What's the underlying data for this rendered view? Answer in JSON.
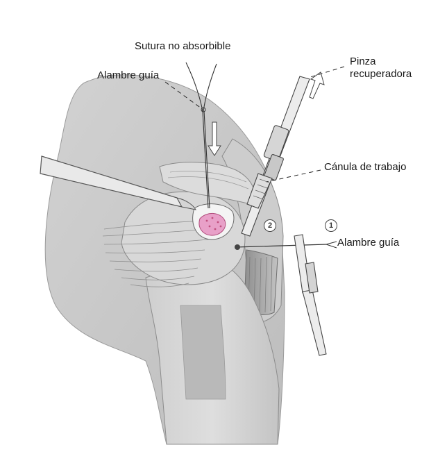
{
  "labels": {
    "suture": "Sutura no absorbible",
    "guide_wire_top": "Alambre guía",
    "retriever_line1": "Pinza",
    "retriever_line2": "recuperadora",
    "cannula": "Cánula de trabajo",
    "guide_wire_right": "Alambre guía"
  },
  "markers": {
    "step1": "1",
    "step2": "2"
  },
  "colors": {
    "tissue_light": "#e4e4e4",
    "tissue_mid": "#c9c9c9",
    "tissue_dark": "#9d9d9d",
    "lesion": "#e8a0c8",
    "lesion_dark": "#c0507f",
    "line": "#2a2a2a"
  }
}
